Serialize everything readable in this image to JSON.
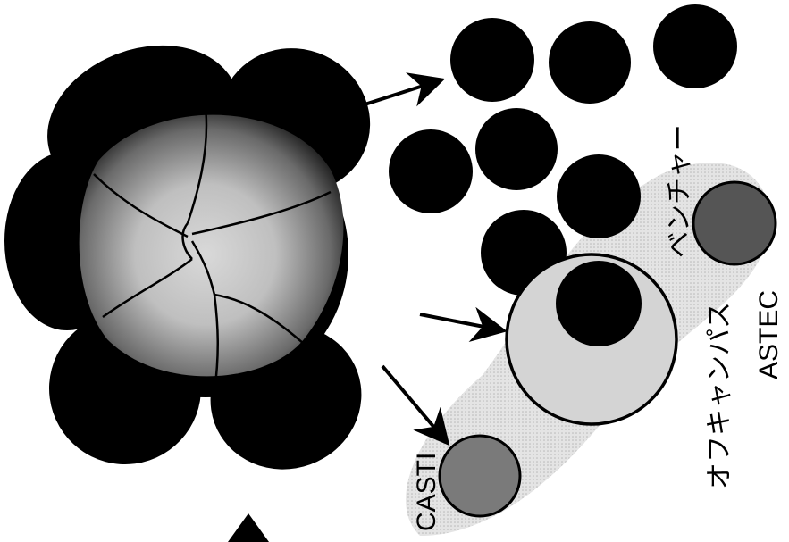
{
  "labels": {
    "venture": "ベンチャー",
    "off_campus": "オフキャンパス",
    "astec": "ASTEC",
    "casti": "CASTI"
  },
  "colors": {
    "dark_fill": "#000000",
    "gray_fill": "#777777",
    "light_fill": "#d4d4d4",
    "cloud_fill": "#e2e2e2"
  }
}
